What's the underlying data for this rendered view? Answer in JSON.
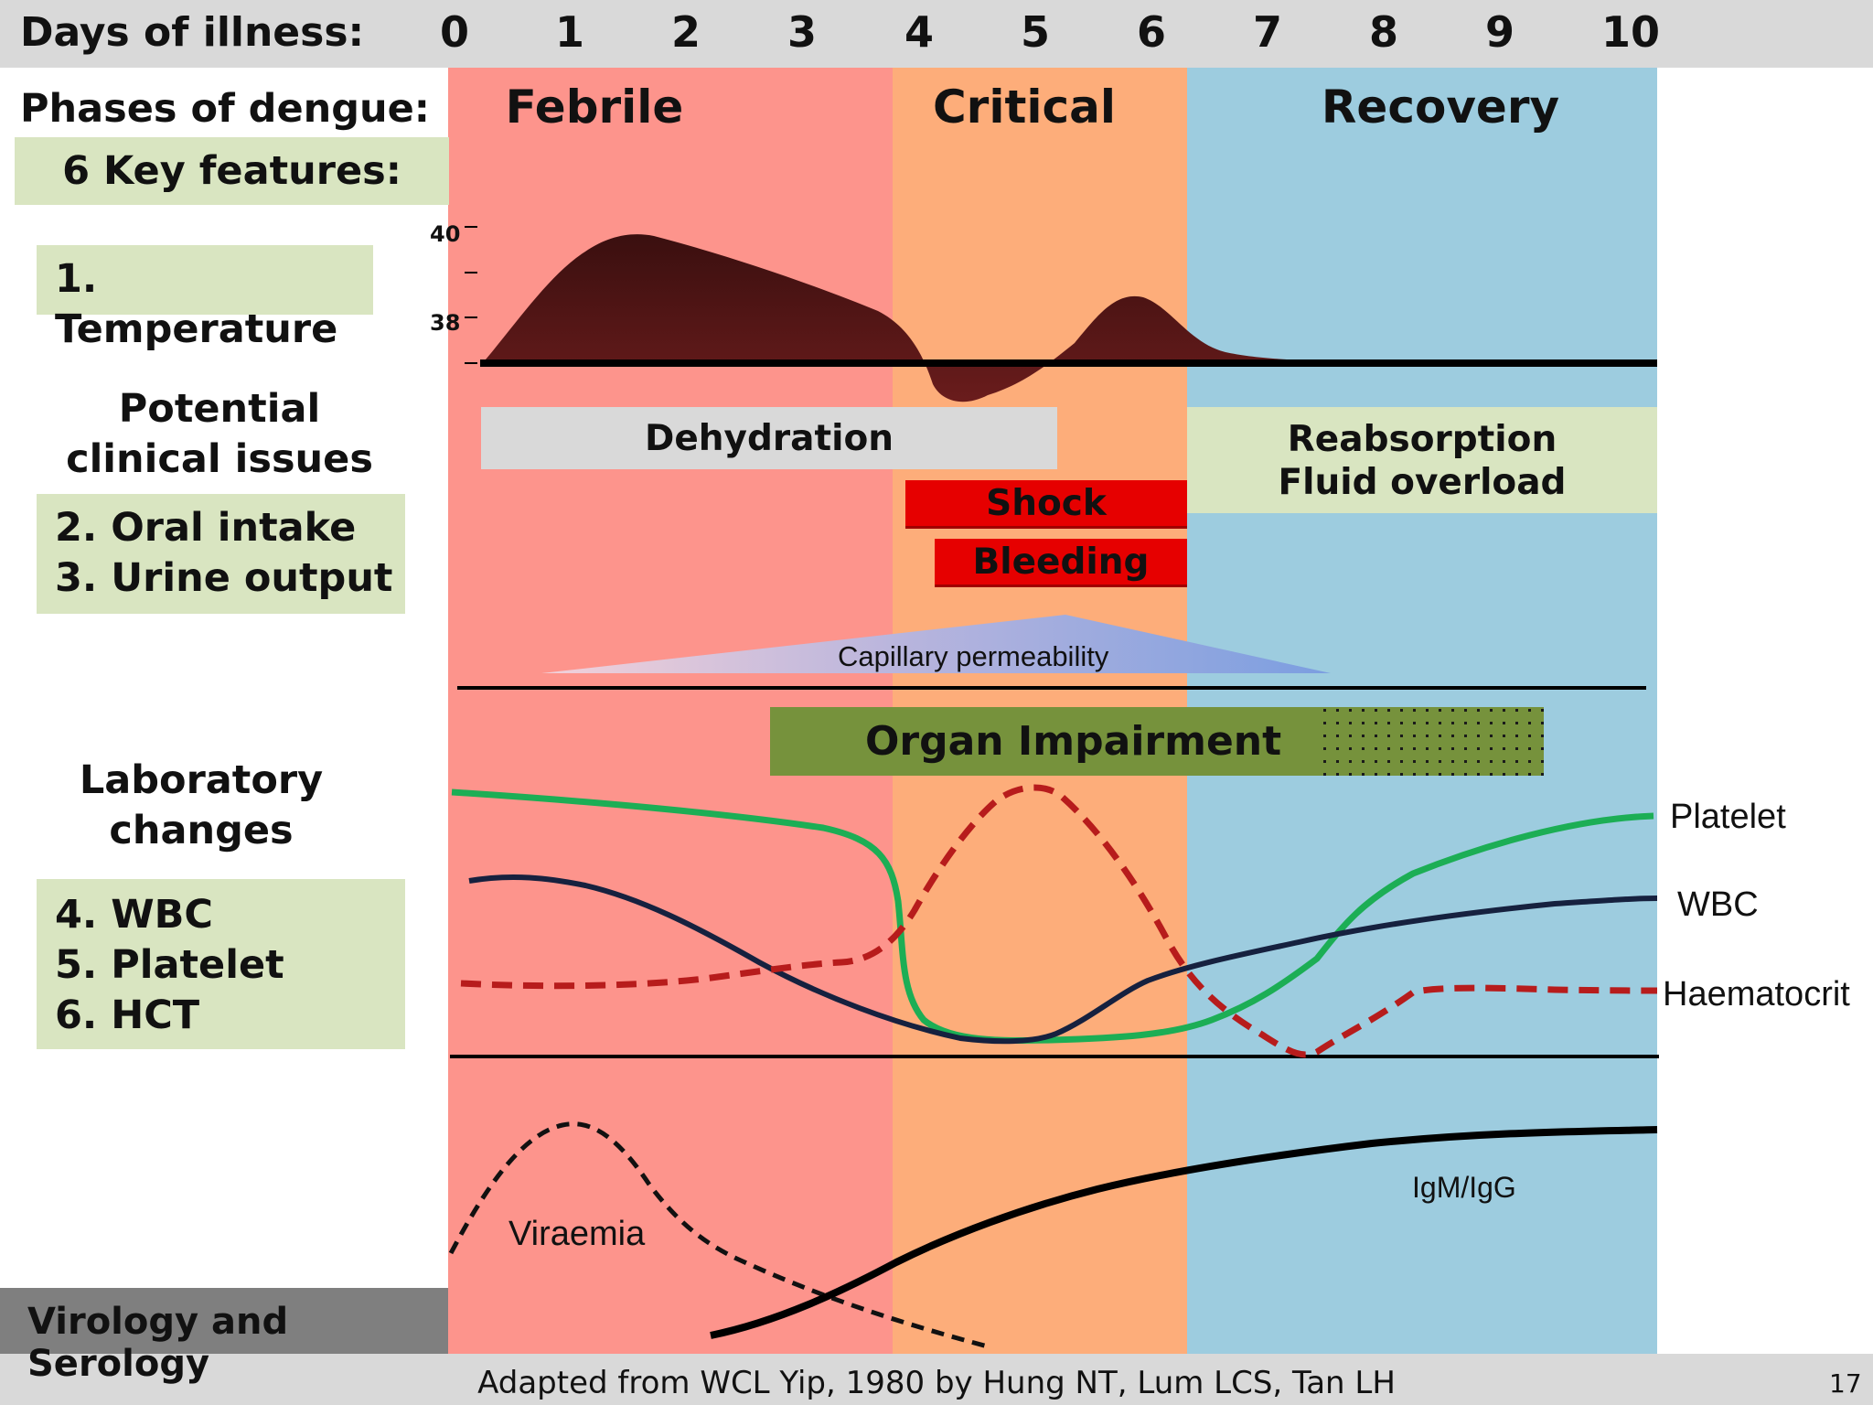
{
  "header": {
    "days_label": "Days of illness:",
    "days": [
      "0",
      "1",
      "2",
      "3",
      "4",
      "5",
      "6",
      "7",
      "8",
      "9",
      "10"
    ]
  },
  "sidebar": {
    "phases_label": "Phases of dengue:",
    "key_features": "6 Key features:",
    "temperature": "1. Temperature",
    "clinical_heading_1": "Potential",
    "clinical_heading_2": "clinical issues",
    "oral_intake": "2. Oral intake",
    "urine_output": "3. Urine output",
    "lab_heading_1": "Laboratory",
    "lab_heading_2": "changes",
    "wbc": "4. WBC",
    "platelet": "5. Platelet",
    "hct": "6. HCT",
    "virology": "Virology and Serology"
  },
  "phases": {
    "febrile": "Febrile",
    "critical": "Critical",
    "recovery": "Recovery",
    "colors": {
      "febrile": "#fd948c",
      "critical": "#fdad7a",
      "recovery": "#9dccdf"
    }
  },
  "temperature_axis": {
    "upper": "40",
    "lower": "38"
  },
  "clinical_issues": {
    "dehydration": "Dehydration",
    "reabsorption": "Reabsorption",
    "fluid_overload": "Fluid overload",
    "shock": "Shock",
    "bleeding": "Bleeding",
    "capillary_permeability": "Capillary permeability"
  },
  "lab": {
    "organ_impairment": "Organ Impairment",
    "platelet": "Platelet",
    "wbc": "WBC",
    "haematocrit": "Haematocrit"
  },
  "virology": {
    "viraemia": "Viraemia",
    "igm_igg": "IgM/IgG"
  },
  "footer": {
    "credit": "Adapted from WCL Yip, 1980 by Hung NT, Lum LCS, Tan LH",
    "page_number": "17"
  }
}
